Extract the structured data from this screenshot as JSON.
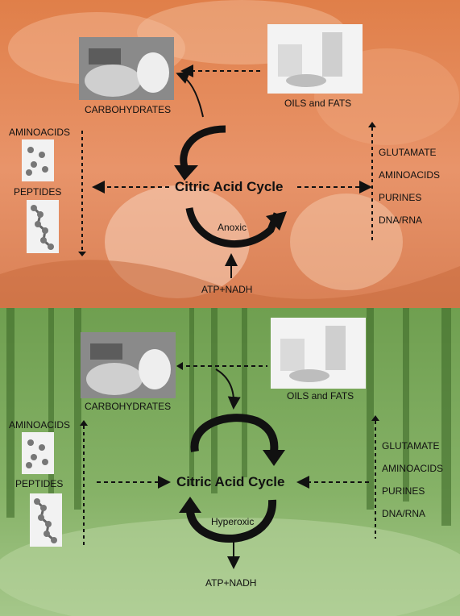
{
  "top": {
    "labels": {
      "carbohydrates": "CARBOHYDRATES",
      "oils_fats": "OILS and FATS",
      "aminoacids": "AMINOACIDS",
      "peptides": "PEPTIDES",
      "cycle": "Citric Acid Cycle",
      "condition": "Anoxic",
      "energy": "ATP+NADH",
      "right_list": [
        "GLUTAMATE",
        "AMINOACIDS",
        "PURINES",
        "DNA/RNA"
      ]
    },
    "colors": {
      "tint": "#e28a58",
      "tint_dark": "#c8683a",
      "tint_light": "#f4b48e"
    }
  },
  "bottom": {
    "labels": {
      "carbohydrates": "CARBOHYDRATES",
      "oils_fats": "OILS and FATS",
      "aminoacids": "AMINOACIDS",
      "peptides": "PEPTIDES",
      "cycle": "Citric Acid Cycle",
      "condition": "Hyperoxic",
      "energy": "ATP+NADH",
      "right_list": [
        "GLUTAMATE",
        "AMINOACIDS",
        "PURINES",
        "DNA/RNA"
      ]
    },
    "colors": {
      "tint": "#7aa85a",
      "tint_dark": "#4f7f35",
      "tint_light": "#a9cb8c"
    }
  }
}
